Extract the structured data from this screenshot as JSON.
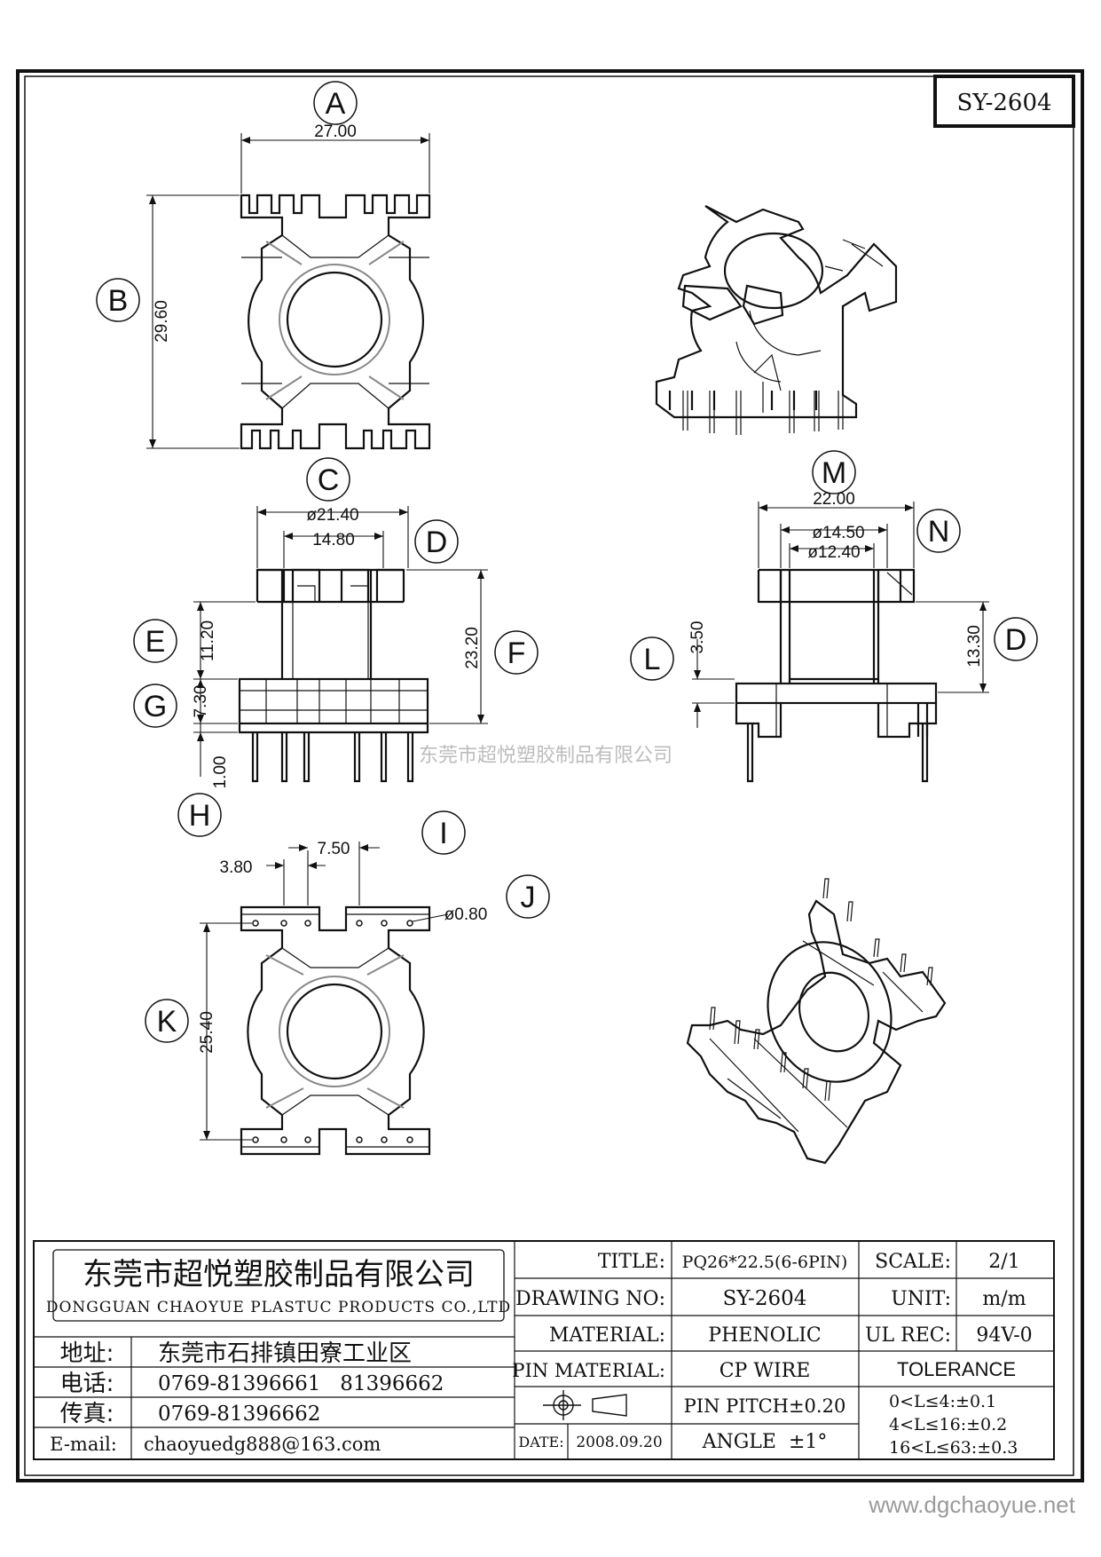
{
  "drawing_id": "SY-2604",
  "watermark": "东莞市超悦塑胶制品有限公司",
  "website": "www.dgchaoyue.net",
  "callouts": {
    "a": "A",
    "b": "B",
    "c": "C",
    "d": "D",
    "e": "E",
    "f": "F",
    "g": "G",
    "h": "H",
    "i": "I",
    "j": "J",
    "k": "K",
    "l": "L",
    "m": "M",
    "n": "N",
    "o": "D"
  },
  "dimensions": {
    "a": "27.00",
    "b": "29.60",
    "c": "ø21.40",
    "d": "14.80",
    "e": "11.20",
    "f": "23.20",
    "g": "7.30",
    "h": "1.00",
    "i_left": "3.80",
    "i_right": "7.50",
    "j": "ø0.80",
    "k": "25.40",
    "m": "22.00",
    "n1": "ø14.50",
    "n2": "ø12.40",
    "l": "3.50",
    "o": "13.30"
  },
  "title_block": {
    "company_cn": "东莞市超悦塑胶制品有限公司",
    "company_en": "DONGGUAN CHAOYUE PLASTUC PRODUCTS CO.,LTD",
    "address_label": "地址:",
    "address_value": "东莞市石排镇田寮工业区",
    "phone_label": "电话:",
    "phone_value": "0769-81396661   81396662",
    "fax_label": "传真:",
    "fax_value": "0769-81396662",
    "email_label": "E-mail:",
    "email_value": "chaoyuedg888@163.com",
    "title_label": "TITLE:",
    "title_value": "PQ26*22.5(6-6PIN)",
    "scale_label": "SCALE:",
    "scale_value": "2/1",
    "drawing_no_label": "DRAWING NO:",
    "drawing_no_value": "SY-2604",
    "unit_label": "UNIT:",
    "unit_value": "m/m",
    "material_label": "MATERIAL:",
    "material_value": "PHENOLIC",
    "ul_label": "UL REC:",
    "ul_value": "94V-0",
    "pin_material_label": "PIN MATERIAL:",
    "pin_material_value": "CP WIRE",
    "tolerance_label": "TOLERANCE",
    "pin_pitch": "PIN PITCH±0.20",
    "angle": "ANGLE  ±1°",
    "date_label": "DATE:",
    "date_value": "2008.09.20",
    "tol_1": "0<L≤4:±0.1",
    "tol_2": "4<L≤16:±0.2",
    "tol_3": "16<L≤63:±0.3"
  }
}
